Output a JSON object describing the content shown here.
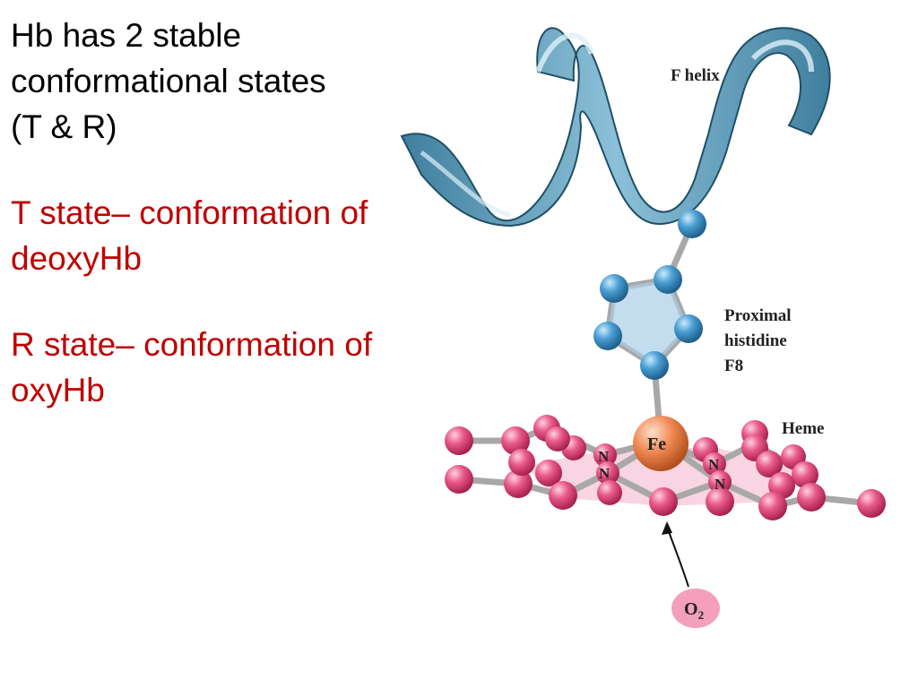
{
  "text": {
    "heading_lines": [
      "Hb has 2 stable",
      "conformational states",
      "(T & R)"
    ],
    "t_state_lines": [
      "T state– conformation of",
      "deoxyHb"
    ],
    "r_state_lines": [
      "R state– conformation of",
      "oxyHb"
    ]
  },
  "diagram": {
    "f_helix_label": "F helix",
    "histidine_label_lines": [
      "Proximal",
      "histidine",
      "F8"
    ],
    "heme_label": "Heme",
    "iron_label": "Fe",
    "nitrogen_label": "N",
    "oxygen_label": "O",
    "oxygen_subscript": "2"
  },
  "colors": {
    "heading": "#000000",
    "state_text": "#c00000",
    "helix": "#6aa2bd",
    "histidine_atom": "#4a9fd4",
    "heme_atom": "#e85a8a",
    "iron": "#f08a55",
    "oxygen": "#f4a0bc"
  }
}
